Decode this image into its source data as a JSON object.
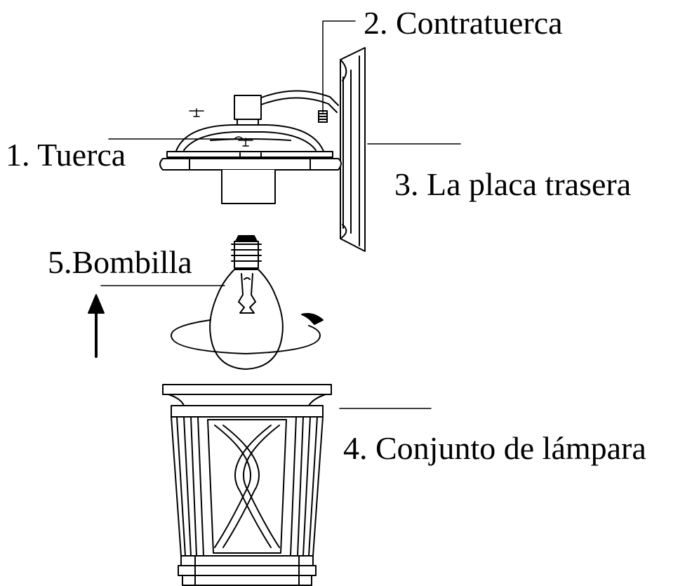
{
  "labels": {
    "nut": "1. Tuerca",
    "locknut": "2. Contratuerca",
    "backplate": "3. La placa trasera",
    "lamp_assembly": "4. Conjunto de lámpara",
    "bulb": "5.Bombilla"
  }
}
